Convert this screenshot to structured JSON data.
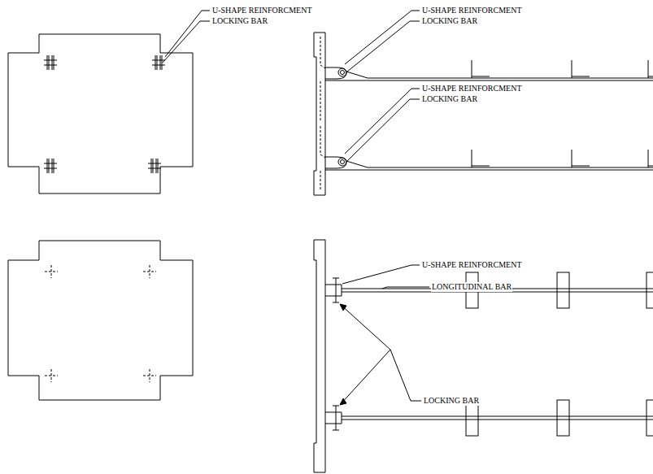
{
  "diagram": {
    "labels": [
      "U-SHAPE REINFORCMENT",
      "U-SHAPE REINFORCMENT",
      "LOCKING BAR",
      "LOCKING BAR",
      "U-SHAPE REINFORCMENT",
      "LOCKING BAR",
      "U-SHAPE REINFORCMENT",
      "LONGITUDINAL BAR",
      "LOCKING BAR"
    ]
  }
}
